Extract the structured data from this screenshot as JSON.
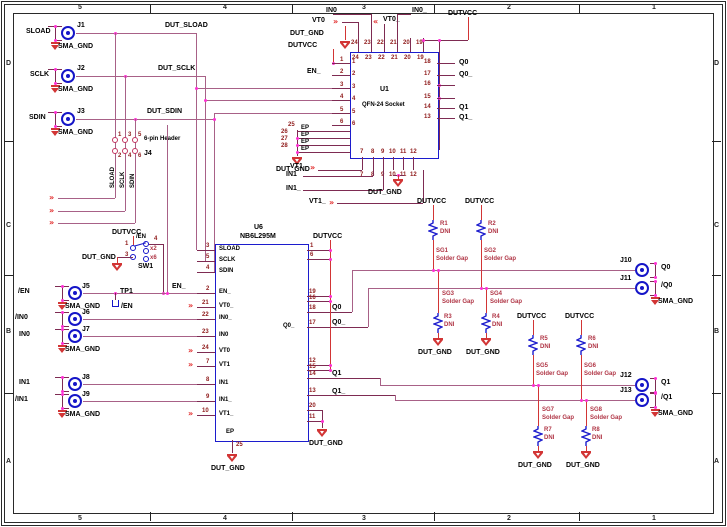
{
  "frame": {
    "cols": [
      "5",
      "4",
      "3",
      "2",
      "1"
    ],
    "rows": [
      "D",
      "C",
      "B",
      "A"
    ]
  },
  "power": {
    "vcc": "DUTVCC",
    "gnd": "DUT_GND",
    "sgnd": "SMA_GND"
  },
  "nets": {
    "sload": "SLOAD",
    "sclk": "SCLK",
    "sdin": "SDIN",
    "dsload": "DUT_SLOAD",
    "dsclk": "DUT_SCLK",
    "dsdin": "DUT_SDIN",
    "en": "EN_",
    "enl": "/EN",
    "in0": "IN0",
    "in0l": "/IN0",
    "in0b": "IN0_",
    "in1": "IN1",
    "in1l": "/IN1",
    "in1b": "IN1_",
    "vt0": "VT0",
    "vt0b": "VT0_",
    "vt1": "VT1",
    "vt1b": "VT1_",
    "q0": "Q0",
    "q0l": "/Q0",
    "q0b": "Q0_",
    "q1": "Q1",
    "q1l": "/Q1",
    "q1b": "Q1_"
  },
  "u1": {
    "ref": "U1",
    "part": "QFN-24 Socket",
    "top": [
      "24",
      "23",
      "22",
      "21",
      "20",
      "19"
    ],
    "left": [
      "1",
      "2",
      "3",
      "4",
      "5",
      "6"
    ],
    "right": [
      "18",
      "17",
      "16",
      "15",
      "14",
      "13"
    ],
    "bottom": [
      "7",
      "8",
      "9",
      "10",
      "11",
      "12"
    ],
    "ep": "EP",
    "ep_nums": [
      "25",
      "26",
      "27",
      "28"
    ]
  },
  "u6": {
    "ref": "U6",
    "part": "NB6L295M",
    "lnum": [
      "3",
      "5",
      "4",
      "2",
      "21",
      "22",
      "23",
      "24",
      "7",
      "8",
      "9",
      "10"
    ],
    "lname": [
      "SLOAD",
      "SCLK",
      "SDIN",
      "EN_",
      "VT0_",
      "IN0_",
      "IN0",
      "VT0",
      "VT1",
      "IN1",
      "IN1_",
      "VT1_"
    ],
    "rnum": [
      "1",
      "6",
      "19",
      "16",
      "18",
      "17",
      "12",
      "15",
      "14",
      "13",
      "20",
      "11"
    ],
    "q0b": "Q0_",
    "ep": "EP",
    "ep_num": "25"
  },
  "j4": {
    "ref": "J4",
    "desc": "6-pin Header",
    "odd": [
      "1",
      "3",
      "5"
    ],
    "even": [
      "2",
      "4",
      "6"
    ],
    "names": [
      "SLOAD",
      "SCLK",
      "SDIN"
    ]
  },
  "sw1": {
    "ref": "SW1",
    "p1": "1",
    "p3": "3",
    "p4": "4",
    "x2": "x2",
    "x6": "x6"
  },
  "tp1": {
    "ref": "TP1"
  },
  "jref": {
    "j1": "J1",
    "j2": "J2",
    "j3": "J3",
    "j5": "J5",
    "j6": "J6",
    "j7": "J7",
    "j8": "J8",
    "j9": "J9",
    "j10": "J10",
    "j11": "J11",
    "j12": "J12",
    "j13": "J13"
  },
  "res": {
    "r1": "R1",
    "r2": "R2",
    "r3": "R3",
    "r4": "R4",
    "r5": "R5",
    "r6": "R6",
    "r7": "R7",
    "r8": "R8",
    "dni": "DNI"
  },
  "sg": {
    "s1": "SG1",
    "s2": "SG2",
    "s3": "SG3",
    "s4": "SG4",
    "s5": "SG5",
    "s6": "SG6",
    "s7": "SG7",
    "s8": "SG8",
    "lab": "Solder Gap"
  }
}
